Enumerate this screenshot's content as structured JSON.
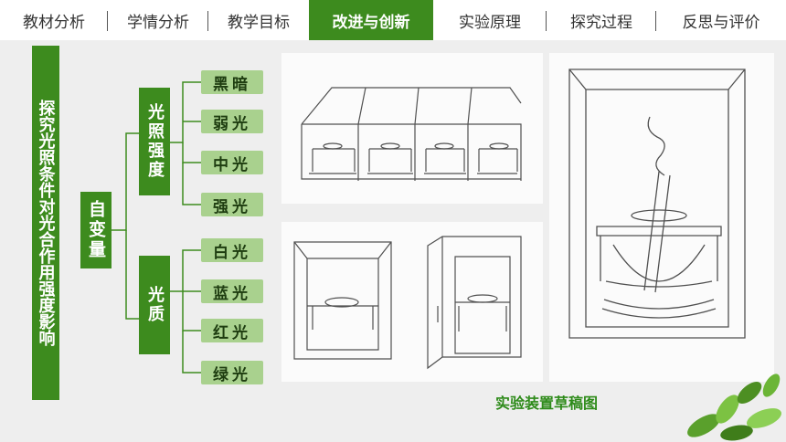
{
  "nav": {
    "tabs": [
      {
        "label": "教材分析",
        "active": false
      },
      {
        "label": "学情分析",
        "active": false
      },
      {
        "label": "教学目标",
        "active": false
      },
      {
        "label": "改进与创新",
        "active": true
      },
      {
        "label": "实验原理",
        "active": false
      },
      {
        "label": "探究过程",
        "active": false
      },
      {
        "label": "反思与评价",
        "active": false
      }
    ]
  },
  "diagram": {
    "title": "探究光照条件对光合作用强度影响",
    "root": "自变量",
    "branches": [
      {
        "label": "光照强度",
        "items": [
          "黑暗",
          "弱光",
          "中光",
          "强光"
        ]
      },
      {
        "label": "光质",
        "items": [
          "白光",
          "蓝光",
          "红光",
          "绿光"
        ]
      }
    ]
  },
  "caption": "实验装置草稿图",
  "colors": {
    "accent": "#3d8b1e",
    "leaf": "#a9d18e",
    "caption": "#2e8b1a"
  }
}
